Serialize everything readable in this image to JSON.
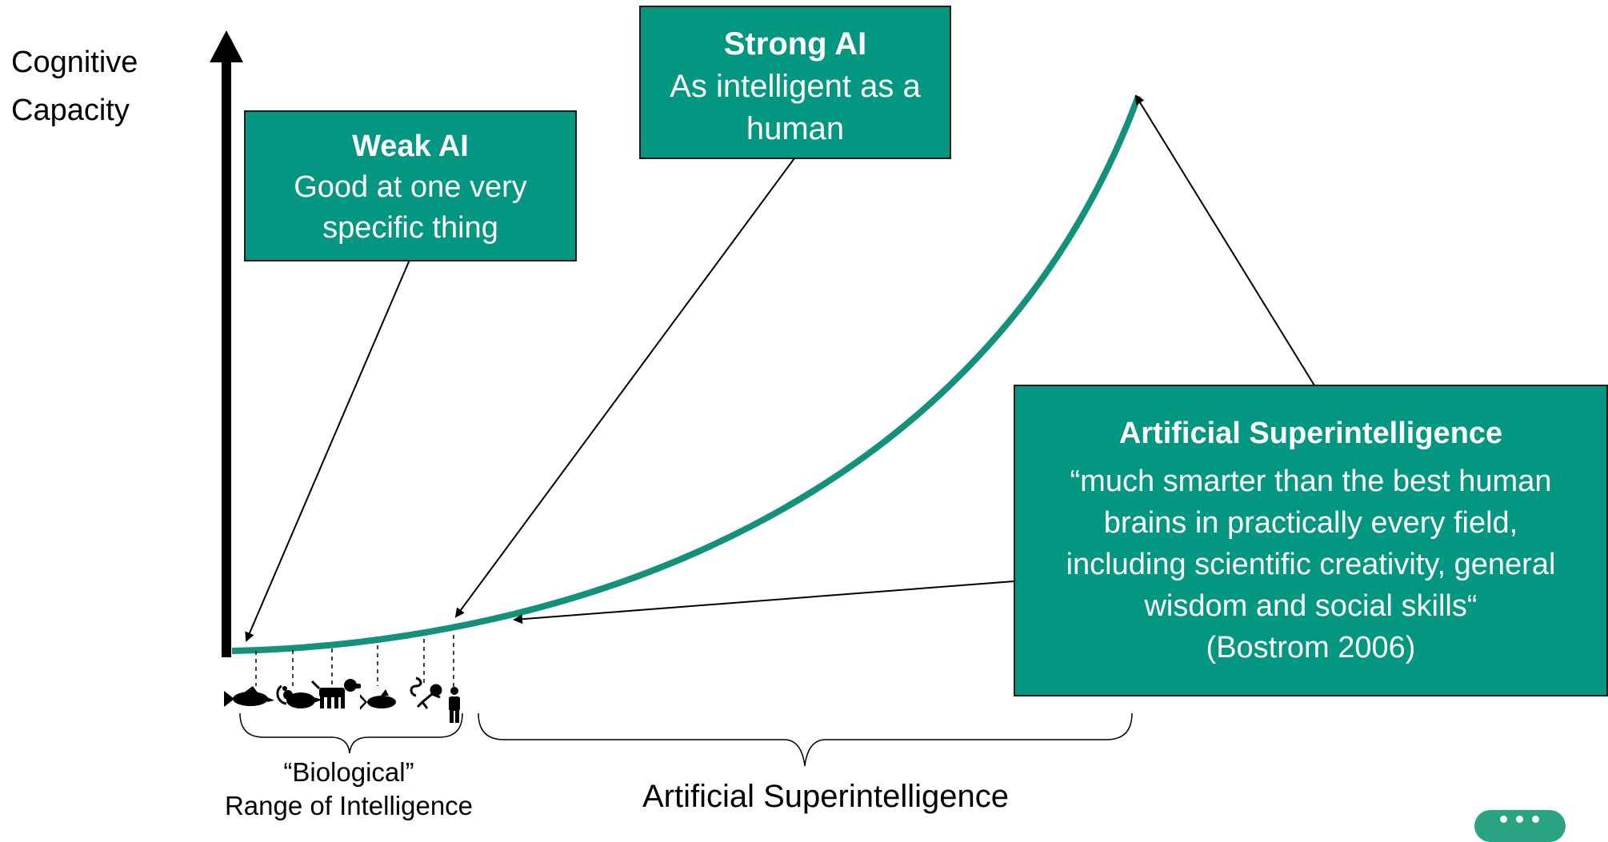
{
  "axis_label": {
    "line1": "Cognitive",
    "line2": "Capacity"
  },
  "boxes": {
    "weak_ai": {
      "title": "Weak AI",
      "line1": "Good at one very",
      "line2": "specific thing"
    },
    "strong_ai": {
      "title": "Strong AI",
      "line1": "As intelligent as a",
      "line2": "human"
    },
    "asi": {
      "title": "Artificial Superintelligence",
      "line1": "“much smarter than the best human",
      "line2": "brains in practically every field,",
      "line3": "including scientific creativity, general",
      "line4": "wisdom and social skills“",
      "line5": "(Bostrom 2006)"
    }
  },
  "braces": {
    "biological": {
      "line1": "“Biological”",
      "line2": "Range of Intelligence"
    },
    "artificial": {
      "label": "Artificial Superintelligence"
    }
  },
  "species_icons": [
    "fish-icon",
    "mouse-icon",
    "dog-icon",
    "whale-icon",
    "monkey-icon",
    "human-icon"
  ],
  "colors": {
    "teal": "#039781",
    "curve": "#13917a",
    "axis": "#000000"
  }
}
